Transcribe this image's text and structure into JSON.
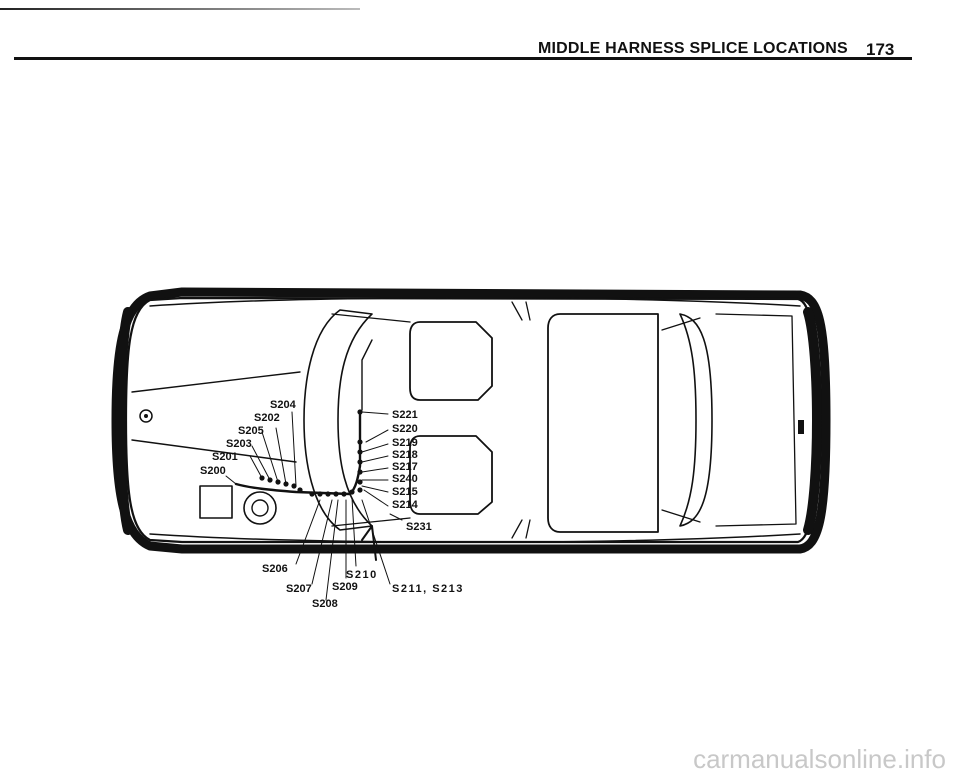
{
  "header": {
    "title": "MIDDLE HARNESS SPLICE LOCATIONS",
    "page_number": "173"
  },
  "splices": {
    "s204": "S204",
    "s202": "S202",
    "s205": "S205",
    "s203": "S203",
    "s201": "S201",
    "s200": "S200",
    "s221": "S221",
    "s220": "S220",
    "s219": "S219",
    "s218": "S218",
    "s217": "S217",
    "s240": "S240",
    "s215": "S215",
    "s214": "S214",
    "s231": "S231",
    "s206": "S206",
    "s210": "S210",
    "s207": "S207",
    "s209": "S209",
    "s211_s213": "S211, S213",
    "s208": "S208"
  },
  "watermark": "carmanualsonline.info"
}
